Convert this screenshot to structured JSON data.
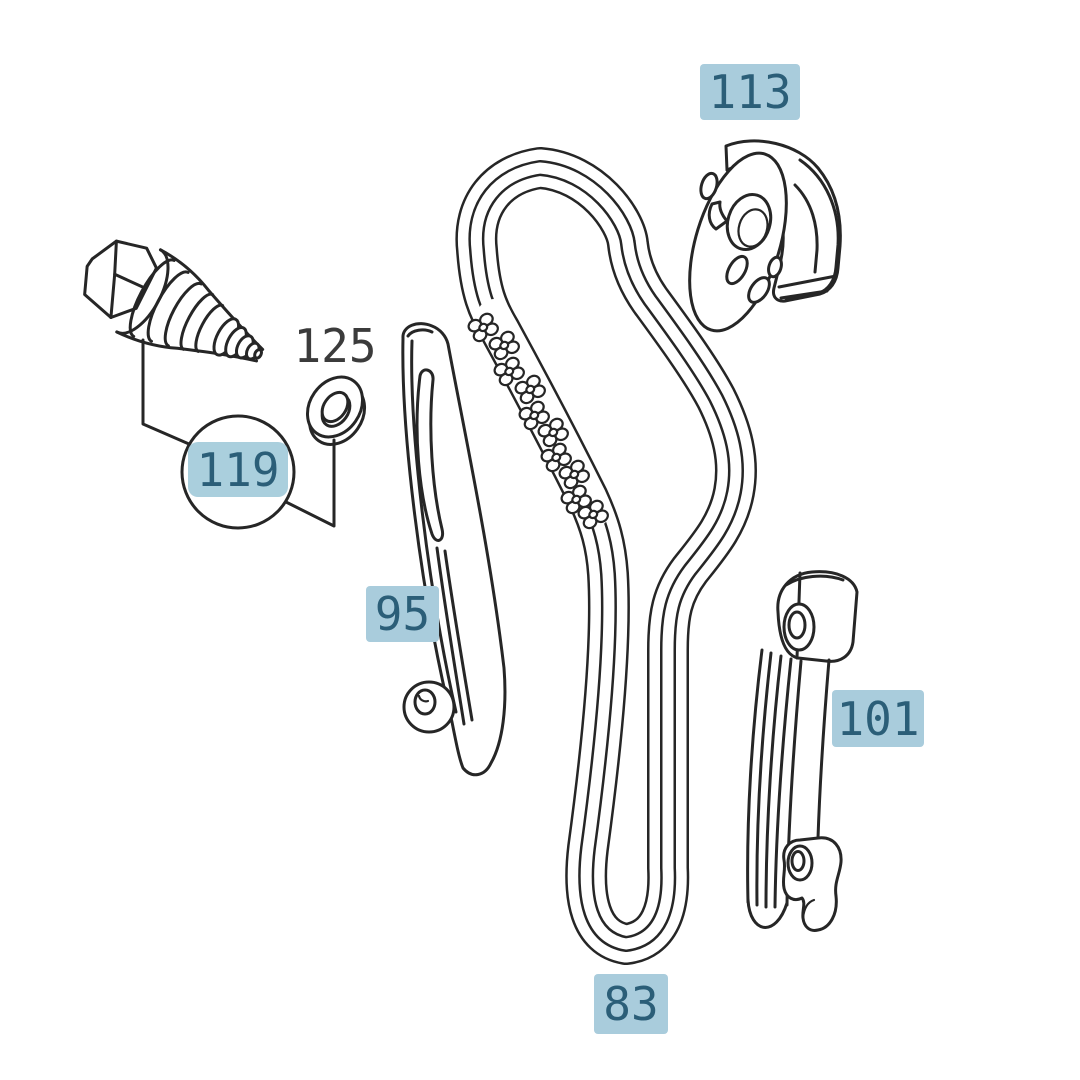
{
  "page": {
    "background_color": "#ffffff"
  },
  "diagram": {
    "description": "Exploded line-art parts diagram of an engine timing chain set with numbered callouts",
    "line_color": "#262626",
    "callout_highlight_color": "#a9ccdc",
    "callout_text_color": "#2b5e78",
    "callout_plain_text_color": "#3b3b3b",
    "callouts": {
      "c113": {
        "ref": "113",
        "style": "highlighted"
      },
      "c125": {
        "ref": "125",
        "style": "plain"
      },
      "c119": {
        "ref": "119",
        "style": "highlighted-circled"
      },
      "c95": {
        "ref": "95",
        "style": "highlighted"
      },
      "c101": {
        "ref": "101",
        "style": "highlighted"
      },
      "c83": {
        "ref": "83",
        "style": "highlighted"
      }
    }
  }
}
